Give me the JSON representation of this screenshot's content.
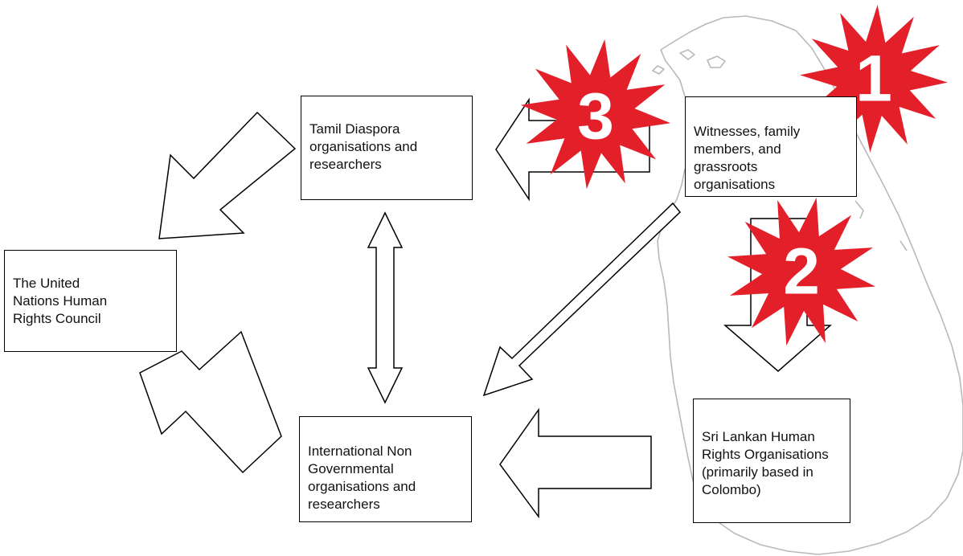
{
  "diagram": {
    "nodes": [
      {
        "id": "diaspora",
        "label": "Tamil Diaspora\norganisations and\nresearchers"
      },
      {
        "id": "witnesses",
        "label": "Witnesses, family\nmembers,  and\ngrassroots\norganisations"
      },
      {
        "id": "unhrc",
        "label": "The  United\nNations Human\nRights Council"
      },
      {
        "id": "ingo",
        "label": "International Non\nGovernmental\norganisations and\nresearchers"
      },
      {
        "id": "slhro",
        "label": "Sri Lankan Human\nRights Organisations\n(primarily based in\nColombo)"
      }
    ],
    "badges": [
      {
        "id": "badge-1",
        "number": "1"
      },
      {
        "id": "badge-2",
        "number": "2"
      },
      {
        "id": "badge-3",
        "number": "3"
      }
    ],
    "edges": [
      {
        "from": "witnesses",
        "to": "diaspora"
      },
      {
        "from": "witnesses",
        "to": "slhro"
      },
      {
        "from": "witnesses",
        "to": "ingo"
      },
      {
        "from": "diaspora",
        "to": "unhrc"
      },
      {
        "from": "ingo",
        "to": "unhrc"
      },
      {
        "from": "slhro",
        "to": "ingo"
      },
      {
        "from": "diaspora",
        "to": "ingo",
        "bidirectional": true
      }
    ],
    "colors": {
      "badge_fill": "#e3202a",
      "map_outline": "#b9b9b9",
      "box_border": "#000000",
      "arrow_stroke": "#000000"
    }
  }
}
